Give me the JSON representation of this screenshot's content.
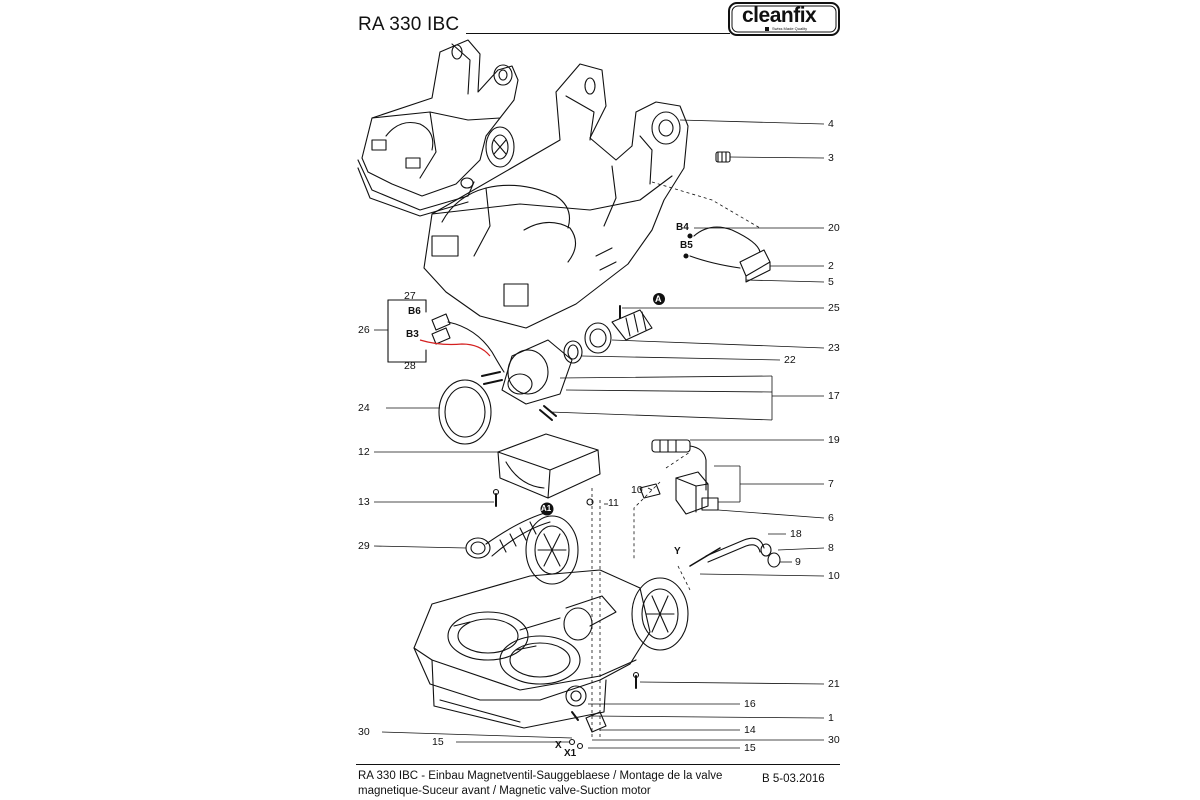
{
  "header": {
    "title": "RA 330 IBC",
    "logo_text": "cleanfix",
    "logo_tagline": "Swiss Made Quality"
  },
  "footer": {
    "caption": "RA 330 IBC - Einbau Magnetventil-Sauggeblaese / Montage de la valve magnetique-Suceur avant / Magnetic valve-Suction motor",
    "doc_ref": "B 5-03.2016"
  },
  "parts": {
    "p1": "1",
    "p2": "2",
    "p3": "3",
    "p4": "4",
    "p5": "5",
    "p6": "6",
    "p7": "7",
    "p8": "8",
    "p9": "9",
    "p10a": "10",
    "p10b": "10",
    "p11": "11",
    "p12": "12",
    "p13": "13",
    "p14": "14",
    "p15a": "15",
    "p15b": "15",
    "p16": "16",
    "p17": "17",
    "p18": "18",
    "p19": "19",
    "p20": "20",
    "p21": "21",
    "p22": "22",
    "p23": "23",
    "p24": "24",
    "p25": "25",
    "p26": "26",
    "p27": "27",
    "p28": "28",
    "p29": "29",
    "p30a": "30",
    "p30b": "30"
  },
  "connectors": {
    "b3": "B3",
    "b4": "B4",
    "b5": "B5",
    "b6": "B6",
    "a": "A",
    "a1": "A1",
    "x": "X",
    "x1": "X1",
    "y": "Y"
  },
  "colors": {
    "ink": "#111111",
    "wire_red": "#d42020",
    "paper": "#ffffff"
  }
}
